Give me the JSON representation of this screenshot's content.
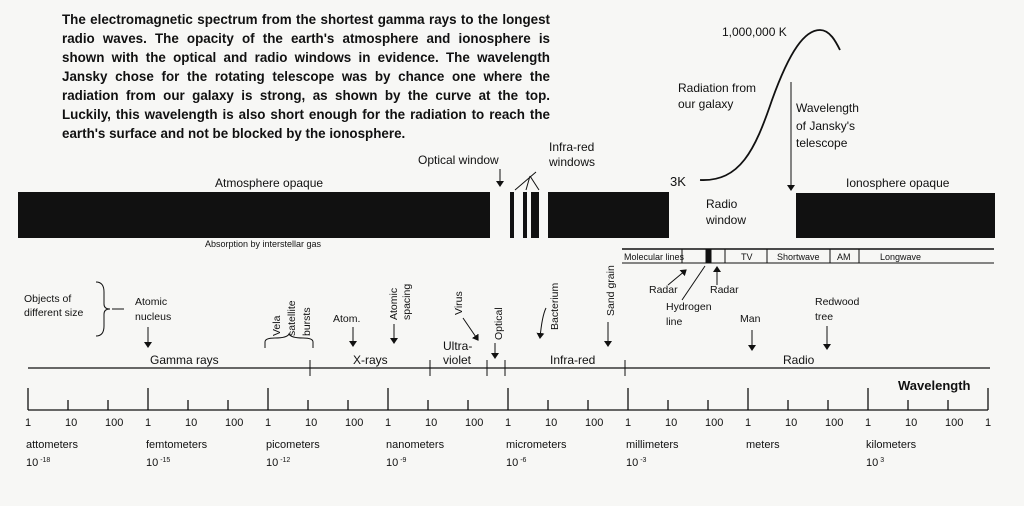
{
  "caption": "The electromagnetic spectrum from the shortest gamma rays to the longest radio waves. The opacity of the earth's atmosphere and ionosphere is shown with the optical and radio windows in evidence. The wavelength Jansky chose for the rotating telescope was by chance one where the radiation from our galaxy is strong, as shown by the curve at the top. Luckily, this wavelength is also short enough for the radiation to reach the earth's surface and not be blocked by the ionosphere.",
  "labels": {
    "atmosphere_opaque": "Atmosphere opaque",
    "ionosphere_opaque": "Ionosphere opaque",
    "optical_window": "Optical window",
    "infrared_windows": [
      "Infra-red",
      "windows"
    ],
    "radio_window": [
      "Radio",
      "window"
    ],
    "three_k": "3K",
    "million_k": "1,000,000 K",
    "radiation_galaxy": [
      "Radiation from",
      "our galaxy"
    ],
    "jansky": [
      "Wavelength",
      "of Jansky's",
      "telescope"
    ],
    "absorption": "Absorption by interstellar gas",
    "radio_bands": [
      "Molecular lines",
      "TV",
      "Shortwave",
      "AM",
      "Longwave"
    ],
    "radar1": "Radar",
    "radar2": "Radar",
    "hydrogen": [
      "Hydrogen",
      "line"
    ],
    "man": "Man",
    "redwood": [
      "Redwood",
      "tree"
    ],
    "objects": [
      "Objects of",
      "different size"
    ],
    "nucleus": [
      "Atomic",
      "nucleus"
    ],
    "vela": [
      "Vela",
      "satellite",
      "bursts"
    ],
    "atom": "Atom.",
    "atomic_spacing": [
      "Atomic",
      "spacing"
    ],
    "virus": "Virus",
    "optical": "Optical",
    "bacterium": "Bacterium",
    "sand": "Sand grain"
  },
  "regions": [
    "Gamma rays",
    "X-rays",
    "Ultra-",
    "violet",
    "Infra-red",
    "Radio"
  ],
  "axis": {
    "title": "Wavelength",
    "tick_labels": [
      "1",
      "10",
      "100"
    ],
    "last_label": "1",
    "units": [
      {
        "name": "attometers",
        "exp": "10 -18"
      },
      {
        "name": "femtometers",
        "exp": "10 -15"
      },
      {
        "name": "picometers",
        "exp": "10 -12"
      },
      {
        "name": "nanometers",
        "exp": "10 -9"
      },
      {
        "name": "micrometers",
        "exp": "10 -6"
      },
      {
        "name": "millimeters",
        "exp": "10 -3"
      },
      {
        "name": "meters",
        "exp": ""
      },
      {
        "name": "kilometers",
        "exp": "10 3"
      }
    ]
  }
}
